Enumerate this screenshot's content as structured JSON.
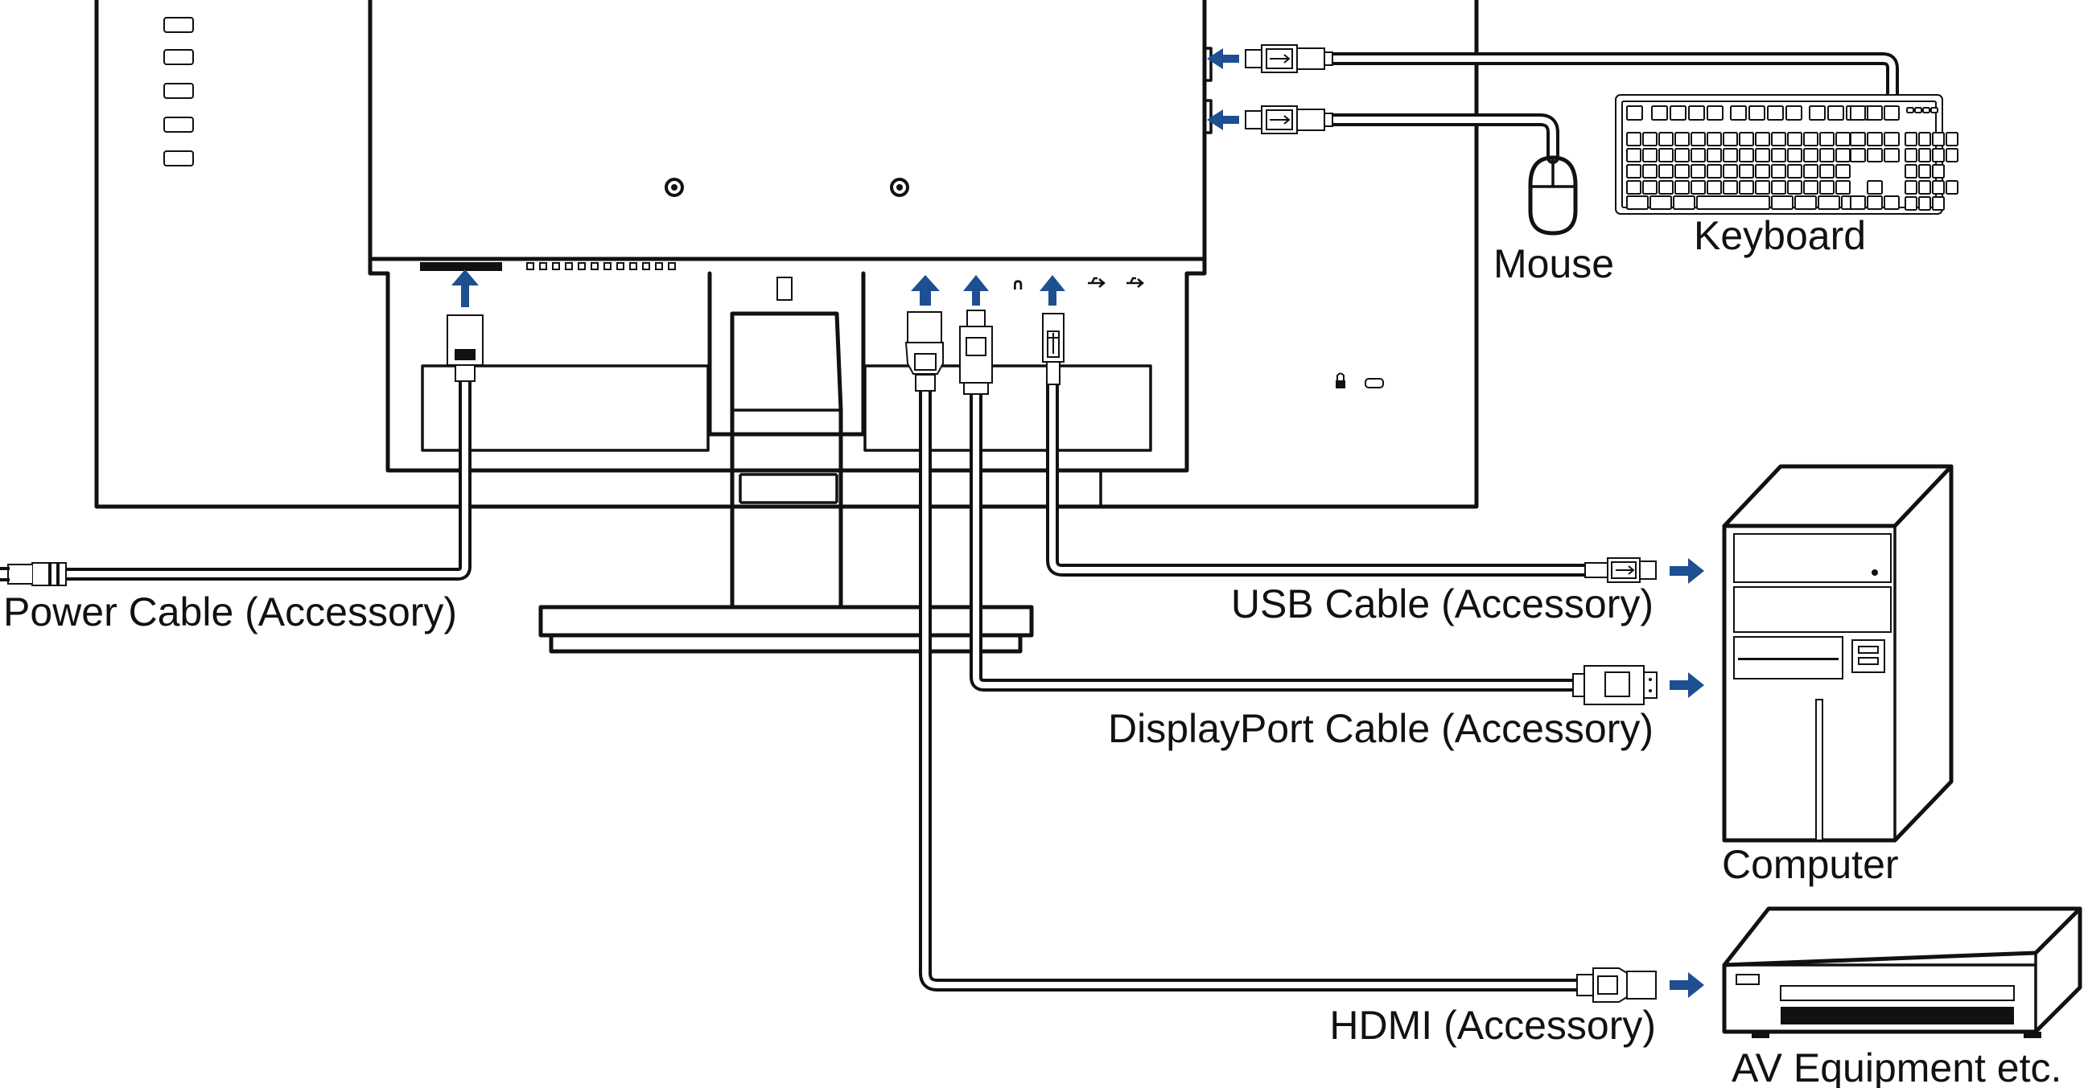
{
  "labels": {
    "power": "Power Cable (Accessory)",
    "usb": "USB Cable (Accessory)",
    "displayport": "DisplayPort Cable (Accessory)",
    "hdmi": "HDMI (Accessory)",
    "mouse": "Mouse",
    "keyboard": "Keyboard",
    "computer": "Computer",
    "av": "AV Equipment etc."
  },
  "colors": {
    "arrow": "#1d4f91",
    "line": "#111111",
    "background": "#ffffff"
  }
}
